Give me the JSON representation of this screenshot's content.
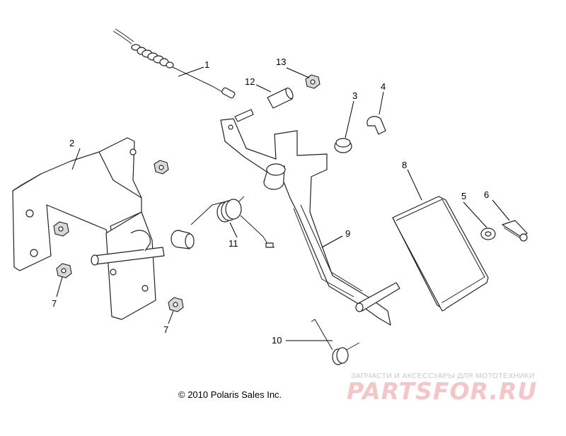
{
  "callouts": [
    "1",
    "2",
    "3",
    "4",
    "5",
    "6",
    "7",
    "7",
    "8",
    "9",
    "10",
    "11",
    "12",
    "13"
  ],
  "copyright": "© 2010 Polaris Sales Inc.",
  "watermark": {
    "caption": "ЗАПЧАСТИ И АКСЕССУАРЫ ДЛЯ МОТОТЕХНИКИ",
    "logo": "PARTSFOR.RU"
  },
  "colors": {
    "line": "#222222",
    "watermark_logo": "#f3c7c7",
    "watermark_caption": "#c9c9c9"
  }
}
